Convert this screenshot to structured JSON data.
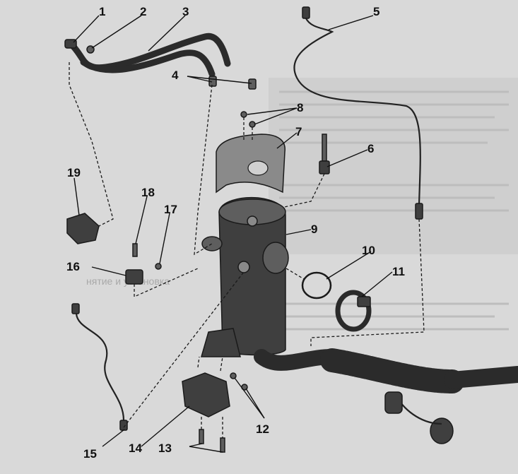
{
  "callouts": {
    "c1": "1",
    "c2": "2",
    "c3": "3",
    "c4": "4",
    "c5": "5",
    "c6": "6",
    "c7": "7",
    "c8": "8",
    "c9": "9",
    "c10": "10",
    "c11": "11",
    "c12": "12",
    "c13": "13",
    "c14": "14",
    "c15": "15",
    "c16": "16",
    "c17": "17",
    "c18": "18",
    "c19": "19"
  },
  "background_text": {
    "section_heading_fragment": "нятие и установка"
  },
  "colors": {
    "paper": "#d9d9d9",
    "part": "#3f3f3f",
    "ink": "#111111"
  }
}
